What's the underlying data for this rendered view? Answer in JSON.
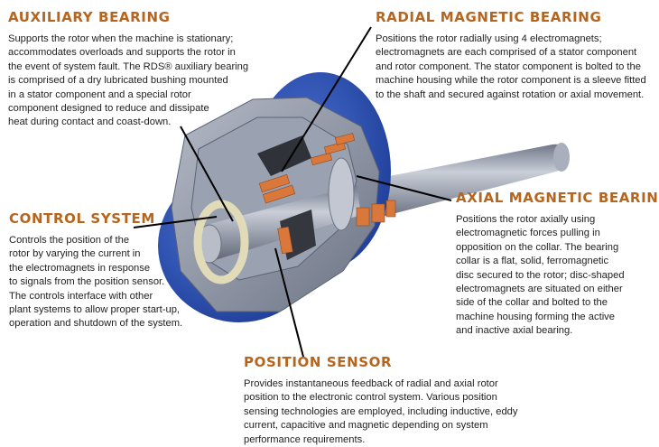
{
  "sections": {
    "auxiliary": {
      "title": "AUXILIARY BEARING",
      "text": "Supports the rotor when the machine is stationary;\naccommodates overloads and supports the rotor in\nthe event of system fault. The RDS® auxiliary bearing\nis comprised of a dry lubricated bushing mounted\nin a stator component and a special rotor\ncomponent designed to reduce and dissipate\nheat during contact and coast-down."
    },
    "radial": {
      "title": "RADIAL MAGNETIC BEARING",
      "text": "Positions the rotor radially using 4 electromagnets;\nelectromagnets are each comprised of a stator component\nand rotor component. The stator component is bolted to the\nmachine housing while the rotor component is a sleeve fitted\nto the shaft and secured against rotation or axial movement."
    },
    "axial": {
      "title": "AXIAL MAGNETIC BEARING",
      "text": "Positions the rotor axially using\nelectromagnetic forces pulling in\nopposition on the collar. The bearing\ncollar is a flat, solid, ferromagnetic\ndisc secured to the rotor; disc-shaped\nelectromagnets are situated on either\nside of the collar and bolted to the\nmachine housing forming the active\nand inactive axial bearing."
    },
    "control": {
      "title": "CONTROL SYSTEM",
      "text": "Controls the position of the\nrotor by varying the current in\nthe electromagnets in response\nto signals from the position sensor.\nThe controls interface with other\nplant systems to allow proper start-up,\noperation and shutdown of the system."
    },
    "sensor": {
      "title": "POSITION SENSOR",
      "text": "Provides instantaneous feedback of radial and axial rotor\nposition to the electronic control system. Various position\nsensing technologies are employed, including inductive, eddy\ncurrent, capacitive and magnetic depending on system\nperformance requirements."
    }
  },
  "colors": {
    "heading": "#b5651d",
    "body_text": "#1e1e1e",
    "housing_blue": "#2f55b8",
    "steel_gray": "#8c94a8",
    "coil_copper": "#d9783a",
    "leader_line": "#000000"
  }
}
